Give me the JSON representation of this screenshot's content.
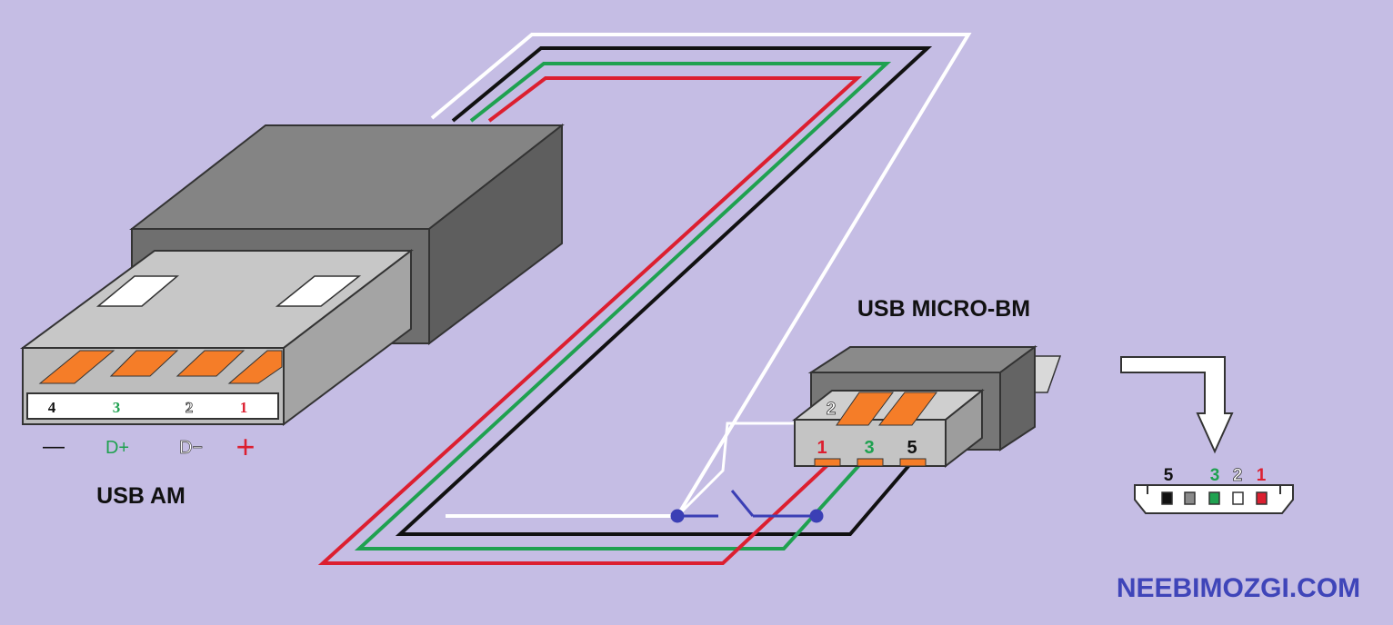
{
  "colors": {
    "background": "#c5bde4",
    "wire_red": "#dc1f30",
    "wire_green": "#1fa150",
    "wire_black": "#111111",
    "wire_white": "#ffffff",
    "switch_blue": "#3b3fb5",
    "contact_orange": "#f57d28",
    "housing_dark": "#7d7d7d",
    "housing_light": "#bdbdbd",
    "brand_blue": "#3f45b9"
  },
  "usb_am": {
    "title": "USB AM",
    "pins": [
      {
        "number": "4",
        "signal": "—",
        "color": "#111111"
      },
      {
        "number": "3",
        "signal": "D+",
        "color": "#1fa150"
      },
      {
        "number": "2",
        "signal": "D−",
        "color": "#ffffff"
      },
      {
        "number": "1",
        "signal": "+",
        "color": "#dc1f30"
      }
    ]
  },
  "usb_micro": {
    "title": "USB MICRO-BM",
    "top_pin": "2",
    "bottom_pins": [
      {
        "number": "1",
        "color": "#dc1f30"
      },
      {
        "number": "3",
        "color": "#1fa150"
      },
      {
        "number": "5",
        "color": "#111111"
      }
    ]
  },
  "micro_socket": {
    "pins": [
      {
        "number": "5",
        "color": "#111111",
        "fill": "#111111"
      },
      {
        "number": "3",
        "color": "#1fa150",
        "fill": "#1fa150"
      },
      {
        "number": "2",
        "color": "#ffffff",
        "fill": "#ffffff"
      },
      {
        "number": "1",
        "color": "#dc1f30",
        "fill": "#dc1f30"
      }
    ],
    "extra_fill": "#8a8a8a"
  },
  "brand": "NEEBIMOZGI.COM"
}
